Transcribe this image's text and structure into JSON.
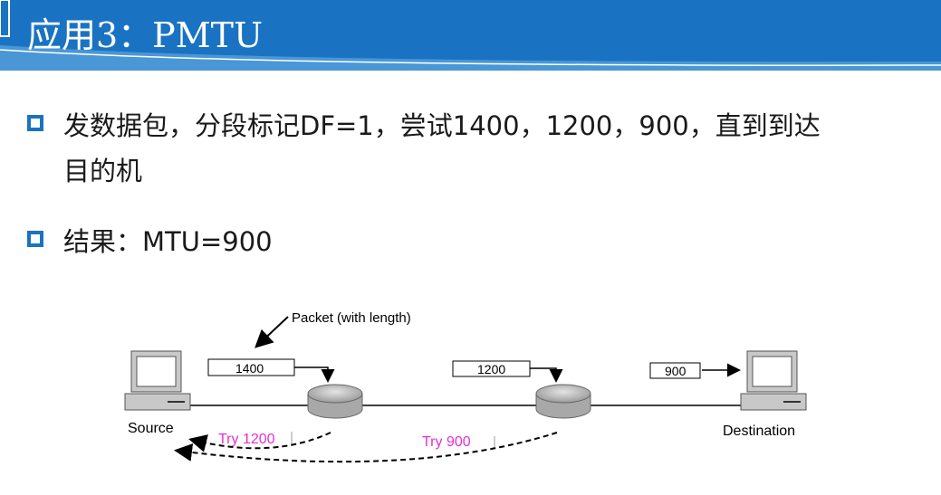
{
  "title": "应用3：PMTU",
  "bullets": [
    {
      "line1": "发数据包，分段标记DF=1，尝试1400，1200，900，直到到达",
      "line2": "目的机"
    },
    {
      "line1": "结果：MTU=900"
    }
  ],
  "diagram": {
    "packet_label": "Packet (with length)",
    "box1": "1400",
    "box2": "1200",
    "box3": "900",
    "source": "Source",
    "destination": "Destination",
    "try1": "Try 1200",
    "try2": "Try 900"
  },
  "colors": {
    "header": "#1a73c2",
    "bullet": "#1a73c2",
    "try_text": "#e52fd6"
  }
}
